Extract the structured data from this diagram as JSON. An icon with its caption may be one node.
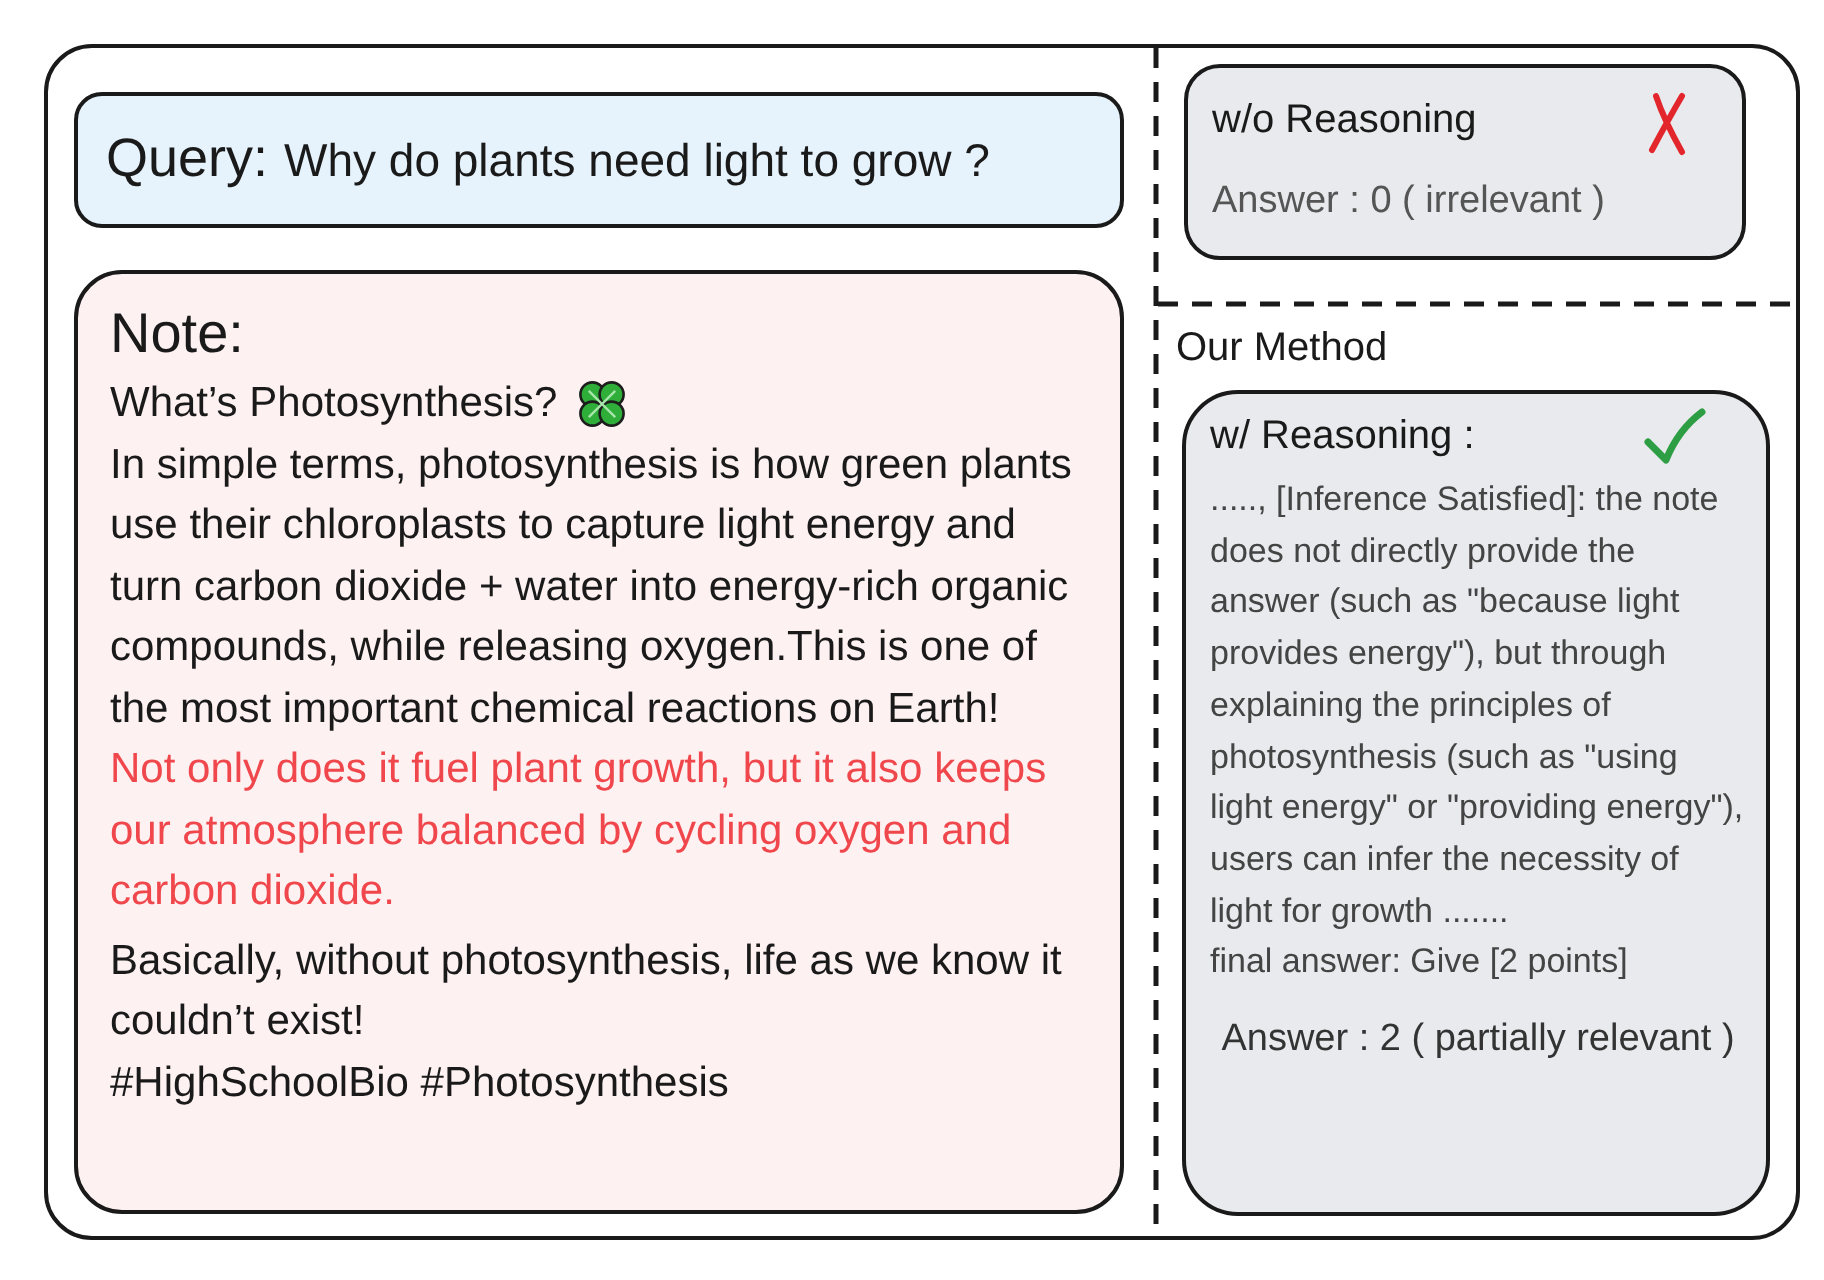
{
  "diagram": {
    "nodes": [
      {
        "text": [
          "Query:",
          "Why do plants need light to grow ?"
        ]
      },
      {
        "text": [
          "Note:",
          "What’s Photosynthesis?",
          "In simple terms, photosynthesis is how green plants use their chloroplasts to capture light energy and turn carbon dioxide + water into energy-rich organic compounds, while releasing oxygen.This is one of the most important chemical reactions on Earth!",
          "Not only does it fuel plant growth, but it also keeps our atmosphere balanced by cycling oxygen and carbon dioxide.",
          "Basically, without photosynthesis, life as we know it couldn’t exist!",
          "#HighSchoolBio #Photosynthesis"
        ]
      },
      {
        "text": [
          "w/o Reasoning",
          "Answer : 0 ( irrelevant )"
        ]
      },
      {
        "text": [
          "w/ Reasoning :",
          "....., [Inference Satisfied]: the note does not directly provide the answer (such as \"because light provides energy\"), but through explaining the principles of photosynthesis (such as \"using light energy\" or \"providing energy\"), users can infer the necessity of light for growth .......",
          "final answer: Give [2 points]",
          "Answer : 2 ( partially relevant )"
        ],
        "beside": [
          "Our Method"
        ]
      }
    ]
  }
}
